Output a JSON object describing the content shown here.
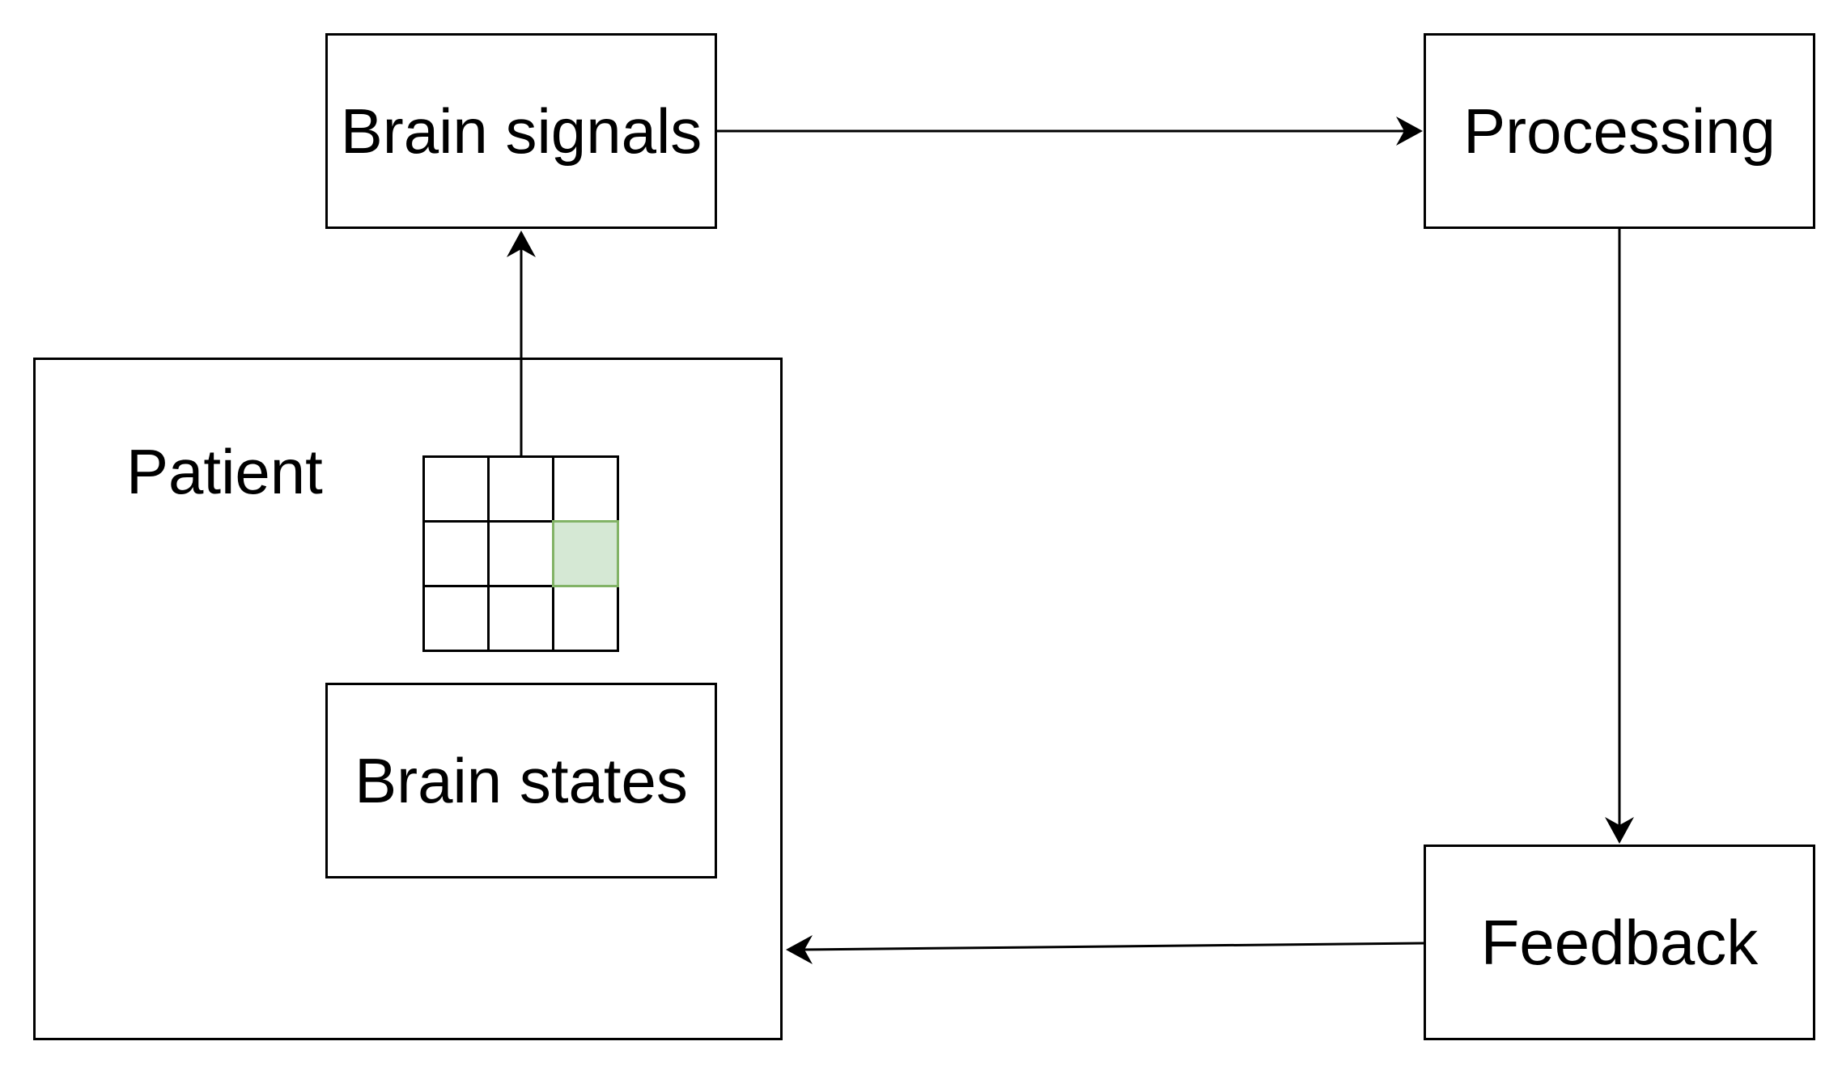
{
  "nodes": {
    "brain_signals": "Brain signals",
    "processing": "Processing",
    "feedback": "Feedback",
    "brain_states": "Brain states",
    "patient": "Patient"
  },
  "grid": {
    "rows": 3,
    "columns": 3,
    "highlighted_cell": {
      "row": 2,
      "column": 3
    },
    "highlight_fill": "#d5e8d4",
    "highlight_stroke": "#82b366"
  },
  "edges": [
    {
      "from": "Patient",
      "to": "Brain signals"
    },
    {
      "from": "Brain signals",
      "to": "Processing"
    },
    {
      "from": "Processing",
      "to": "Feedback"
    },
    {
      "from": "Feedback",
      "to": "Patient"
    }
  ],
  "colors": {
    "stroke": "#000000",
    "background": "#ffffff"
  }
}
